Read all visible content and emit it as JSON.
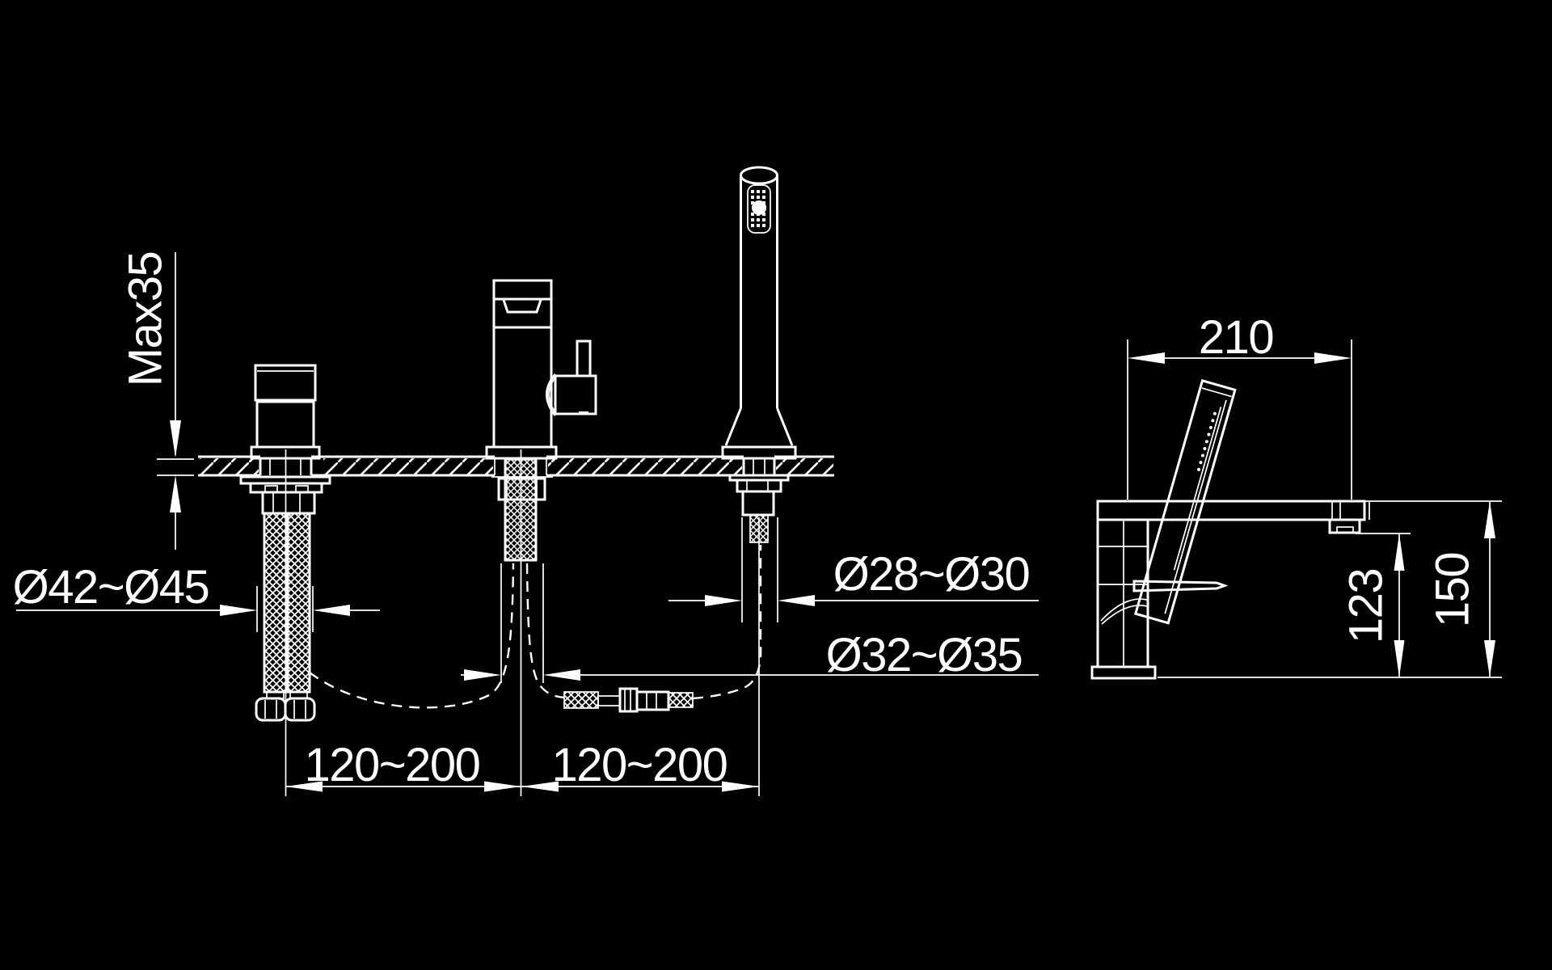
{
  "drawing": {
    "type": "technical installation drawing",
    "product": "3-hole deck-mounted bath mixer with hand shower",
    "colors": {
      "background": "#000000",
      "line": "#ffffff"
    },
    "front_view": {
      "dimensions": {
        "deck_max_thickness": "Max35",
        "left_valve_hole_diameter": "Ø42~Ø45",
        "shower_hole_diameter": "Ø28~Ø30",
        "spout_hole_diameter": "Ø32~Ø35",
        "left_hole_spacing": "120~200",
        "right_hole_spacing": "120~200"
      }
    },
    "side_view": {
      "dimensions": {
        "spout_reach": "210",
        "spout_outlet_height": "123",
        "overall_height": "150"
      }
    }
  }
}
